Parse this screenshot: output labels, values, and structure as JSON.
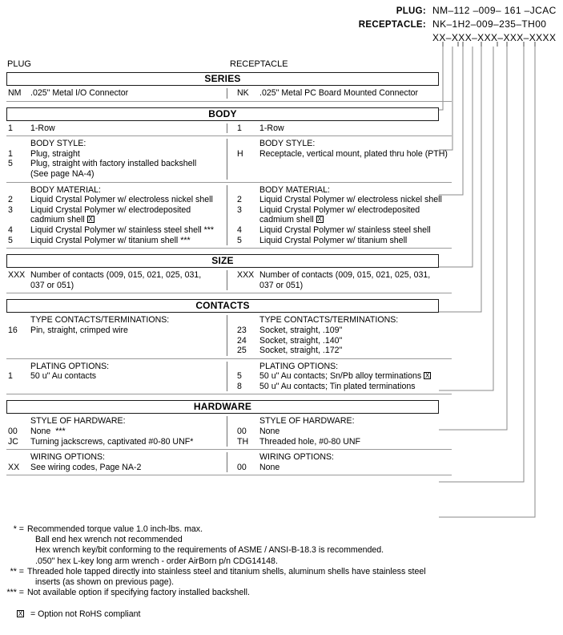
{
  "part_number": {
    "plug": {
      "label": "PLUG:",
      "value": "NM–112 –009– 161 –JCAC"
    },
    "receptacle": {
      "label": "RECEPTACLE:",
      "value": "NK–1H2–009–235–TH00"
    },
    "mask": {
      "label": "",
      "value": "XX–XXX–XXX–XXX–XXXX"
    }
  },
  "columns": {
    "plug": "PLUG",
    "receptacle": "RECEPTACLE"
  },
  "sections": [
    {
      "title": "SERIES",
      "groups": [
        {
          "plug": {
            "heading": "",
            "options": [
              {
                "code": "NM",
                "desc": ".025\" Metal I/O Connector"
              }
            ]
          },
          "recept": {
            "heading": "",
            "options": [
              {
                "code": "NK",
                "desc": ".025\" Metal PC Board Mounted Connector"
              }
            ]
          }
        }
      ]
    },
    {
      "title": "BODY",
      "groups": [
        {
          "plug": {
            "heading": "",
            "options": [
              {
                "code": "1",
                "desc": "1-Row"
              }
            ]
          },
          "recept": {
            "heading": "",
            "options": [
              {
                "code": "1",
                "desc": "1-Row"
              }
            ]
          }
        },
        {
          "plug": {
            "heading": "BODY STYLE:",
            "options": [
              {
                "code": "1",
                "desc": "Plug, straight"
              },
              {
                "code": "5",
                "desc": "Plug, straight with factory installed backshell",
                "cont": "(See page NA-4)"
              }
            ]
          },
          "recept": {
            "heading": "BODY STYLE:",
            "options": [
              {
                "code": "H",
                "desc": "Receptacle, vertical mount, plated thru hole (PTH)"
              }
            ]
          }
        },
        {
          "plug": {
            "heading": "BODY MATERIAL:",
            "options": [
              {
                "code": "2",
                "desc": "Liquid Crystal Polymer w/ electroless nickel shell"
              },
              {
                "code": "3",
                "desc": "Liquid Crystal Polymer w/ electrodeposited",
                "cont": "cadmium shell",
                "rohs_cont": true
              },
              {
                "code": "4",
                "desc": "Liquid Crystal Polymer w/ stainless steel shell ***"
              },
              {
                "code": "5",
                "desc": "Liquid Crystal Polymer w/ titanium shell ***"
              }
            ]
          },
          "recept": {
            "heading": "BODY MATERIAL:",
            "options": [
              {
                "code": "2",
                "desc": "Liquid Crystal Polymer w/ electroless nickel shell"
              },
              {
                "code": "3",
                "desc": "Liquid Crystal Polymer w/ electrodeposited",
                "cont": "cadmium shell",
                "rohs_cont": true
              },
              {
                "code": "4",
                "desc": "Liquid Crystal Polymer w/ stainless steel shell"
              },
              {
                "code": "5",
                "desc": "Liquid Crystal Polymer w/ titanium shell"
              }
            ]
          }
        }
      ]
    },
    {
      "title": "SIZE",
      "groups": [
        {
          "plug": {
            "heading": "",
            "options": [
              {
                "code": "XXX",
                "desc": "Number of contacts (009, 015, 021, 025, 031,",
                "cont": "037 or 051)"
              }
            ]
          },
          "recept": {
            "heading": "",
            "options": [
              {
                "code": "XXX",
                "desc": "Number of contacts (009, 015, 021, 025, 031,",
                "cont": "037 or 051)"
              }
            ]
          }
        }
      ]
    },
    {
      "title": "CONTACTS",
      "groups": [
        {
          "plug": {
            "heading": "TYPE CONTACTS/TERMINATIONS:",
            "options": [
              {
                "code": "16",
                "desc": "Pin, straight, crimped wire"
              }
            ]
          },
          "recept": {
            "heading": "TYPE CONTACTS/TERMINATIONS:",
            "options": [
              {
                "code": "23",
                "desc": "Socket, straight, .109\""
              },
              {
                "code": "24",
                "desc": "Socket, straight, .140\""
              },
              {
                "code": "25",
                "desc": "Socket, straight, .172\""
              }
            ]
          }
        },
        {
          "plug": {
            "heading": "PLATING OPTIONS:",
            "options": [
              {
                "code": "1",
                "desc": "50 u\" Au contacts"
              }
            ]
          },
          "recept": {
            "heading": "PLATING OPTIONS:",
            "options": [
              {
                "code": "5",
                "desc": "50 u\" Au contacts; Sn/Pb alloy terminations",
                "rohs": true
              },
              {
                "code": "8",
                "desc": "50 u\" Au contacts; Tin plated terminations"
              }
            ]
          }
        }
      ]
    },
    {
      "title": "HARDWARE",
      "groups": [
        {
          "plug": {
            "heading": "STYLE OF HARDWARE:",
            "options": [
              {
                "code": "00",
                "desc": "None  ***"
              },
              {
                "code": "JC",
                "desc": "Turning jackscrews, captivated #0-80 UNF*"
              }
            ]
          },
          "recept": {
            "heading": "STYLE OF HARDWARE:",
            "options": [
              {
                "code": "00",
                "desc": "None"
              },
              {
                "code": "TH",
                "desc": "Threaded hole, #0-80 UNF"
              }
            ]
          }
        },
        {
          "plug": {
            "heading": "WIRING OPTIONS:",
            "options": [
              {
                "code": "XX",
                "desc": "See wiring codes, Page NA-2"
              }
            ]
          },
          "recept": {
            "heading": "WIRING OPTIONS:",
            "options": [
              {
                "code": "00",
                "desc": "None"
              }
            ]
          }
        }
      ]
    }
  ],
  "footnotes": [
    {
      "marker": "* =",
      "text": "Recommended torque value 1.0 inch-lbs. max.",
      "lines": [
        "Ball end hex wrench not recommended",
        "Hex wrench key/bit conforming to the requirements of ASME / ANSI-B-18.3 is recommended.",
        ".050\" hex L-key long arm wrench - order AirBorn p/n CDG14148."
      ]
    },
    {
      "marker": "** =",
      "text": "Threaded hole tapped directly into stainless steel and titanium shells, aluminum shells have stainless steel",
      "lines": [
        "inserts (as shown on previous page)."
      ]
    },
    {
      "marker": "*** =",
      "text": "Not available option if specifying factory installed backshell.",
      "lines": []
    }
  ],
  "rohs_note": {
    "marker": "=",
    "text": "Option not RoHS compliant",
    "symbol": "☒"
  },
  "colors": {
    "border_dark": "#1a1a1a",
    "rule": "#9a9a9a",
    "divider": "#6e6e6e",
    "leader": "#8a8a8a"
  }
}
